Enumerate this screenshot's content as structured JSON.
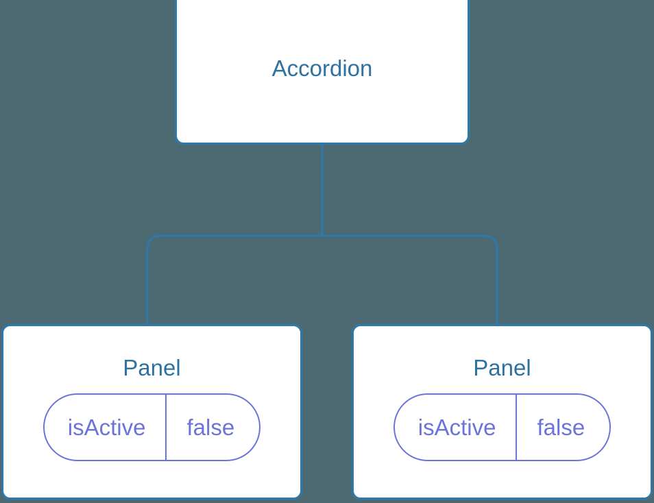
{
  "canvas": {
    "background_color": "#4d6a72",
    "node_border_color": "#2d79ab",
    "node_text_color": "#2d72a0",
    "connector_color": "#2d79ab",
    "prop_color": "#6b74d8"
  },
  "tree": {
    "root": {
      "name": "Accordion"
    },
    "children": [
      {
        "name": "Panel",
        "props": [
          {
            "name": "isActive",
            "value": "false"
          }
        ]
      },
      {
        "name": "Panel",
        "props": [
          {
            "name": "isActive",
            "value": "false"
          }
        ]
      }
    ]
  }
}
